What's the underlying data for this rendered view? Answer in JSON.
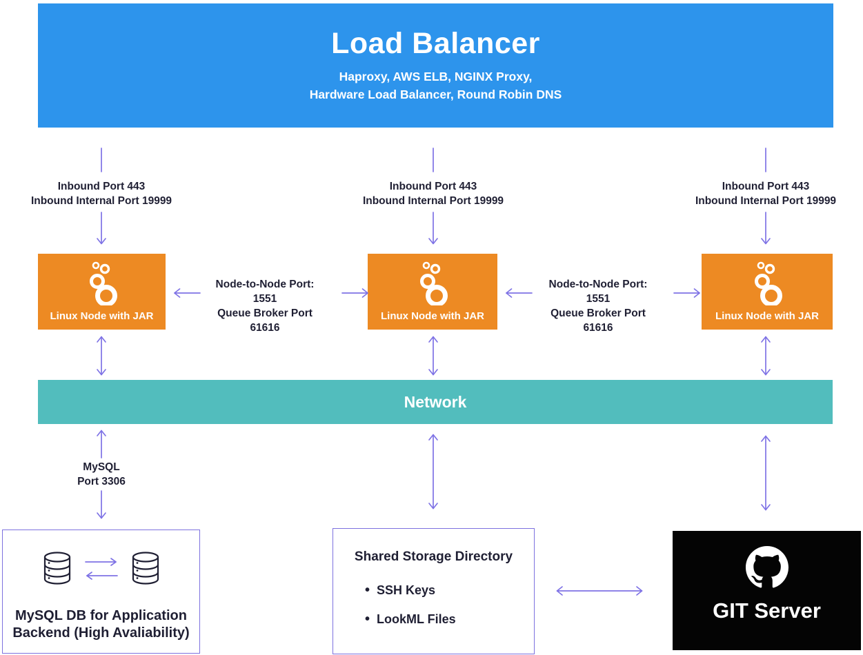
{
  "colors": {
    "lb_blue": "#2D94EC",
    "node_orange": "#ED8A23",
    "network_teal": "#52BDBD",
    "arrow_purple": "#7E72E5",
    "box_border": "#7C70DF",
    "text_dark": "#1F1F33",
    "git_black": "#040404"
  },
  "load_balancer": {
    "title": "Load Balancer",
    "subtitle_line1": "Haproxy, AWS ELB, NGINX Proxy,",
    "subtitle_line2": "Hardware Load Balancer, Round Robin DNS"
  },
  "inbound": {
    "line1": "Inbound Port 443",
    "line2": "Inbound Internal Port 19999"
  },
  "node": {
    "label": "Linux Node with JAR",
    "icon": "looker-icon"
  },
  "node_link": {
    "line1": "Node-to-Node Port: 1551",
    "line2": "Queue Broker Port 61616"
  },
  "network": {
    "label": "Network"
  },
  "mysql_link": {
    "line1": "MySQL",
    "line2": "Port 3306"
  },
  "mysql_db": {
    "line1": "MySQL DB for Application",
    "line2": "Backend (High Avaliability)",
    "icon": "database-icon"
  },
  "shared_storage": {
    "title": "Shared Storage Directory",
    "items": [
      "SSH Keys",
      "LookML Files"
    ]
  },
  "git_server": {
    "label": "GIT Server",
    "icon": "github-octocat-icon"
  }
}
